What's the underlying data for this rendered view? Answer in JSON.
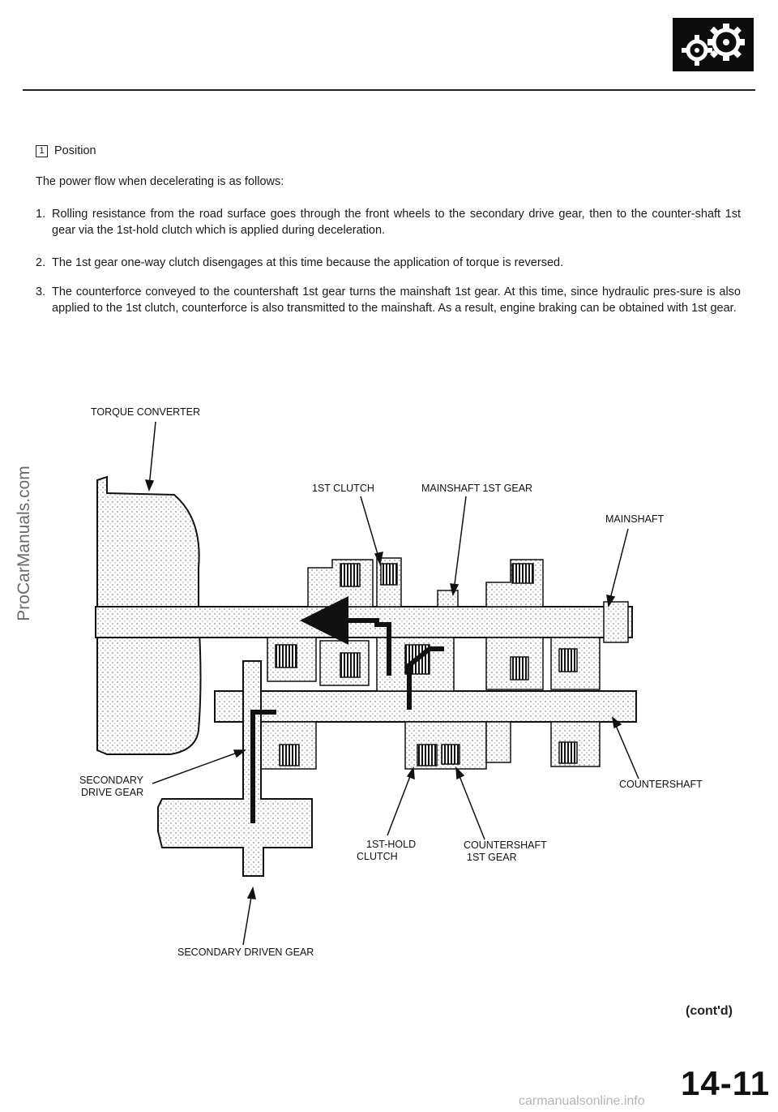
{
  "position": {
    "marker": "1",
    "label": "Position"
  },
  "intro": "The power flow when decelerating is as follows:",
  "steps": [
    {
      "num": "1.",
      "text": "Rolling resistance from the road surface goes through the front wheels to the secondary drive gear, then to the counter-shaft 1st gear via the 1st-hold clutch which is applied during deceleration."
    },
    {
      "num": "2.",
      "text": "The 1st gear one-way clutch disengages at this time because the application of torque is reversed."
    },
    {
      "num": "3.",
      "text": "The counterforce conveyed to the countershaft 1st gear turns the mainshaft 1st gear. At this time, since hydraulic pres-sure is also applied to the 1st clutch, counterforce is also transmitted to the mainshaft. As a result, engine braking can be obtained with 1st gear."
    }
  ],
  "diagram": {
    "labels": {
      "torque_converter": "TORQUE CONVERTER",
      "first_clutch": "1ST CLUTCH",
      "mainshaft_first_gear": "MAINSHAFT 1ST GEAR",
      "mainshaft": "MAINSHAFT",
      "secondary_drive_gear_1": "SECONDARY",
      "secondary_drive_gear_2": "DRIVE GEAR",
      "countershaft": "COUNTERSHAFT",
      "first_hold_clutch_1": "1ST-HOLD",
      "first_hold_clutch_2": "CLUTCH",
      "countershaft_first_gear_1": "COUNTERSHAFT",
      "countershaft_first_gear_2": "1ST GEAR",
      "secondary_driven_gear": "SECONDARY DRIVEN GEAR"
    }
  },
  "footer": {
    "contd": "(cont'd)",
    "page_number": "14-11",
    "watermark_side": "ProCarManuals.com",
    "watermark_bottom": "carmanualsonline.info"
  },
  "colors": {
    "ink": "#1a1a1a",
    "watermark": "#6a6a6a"
  }
}
